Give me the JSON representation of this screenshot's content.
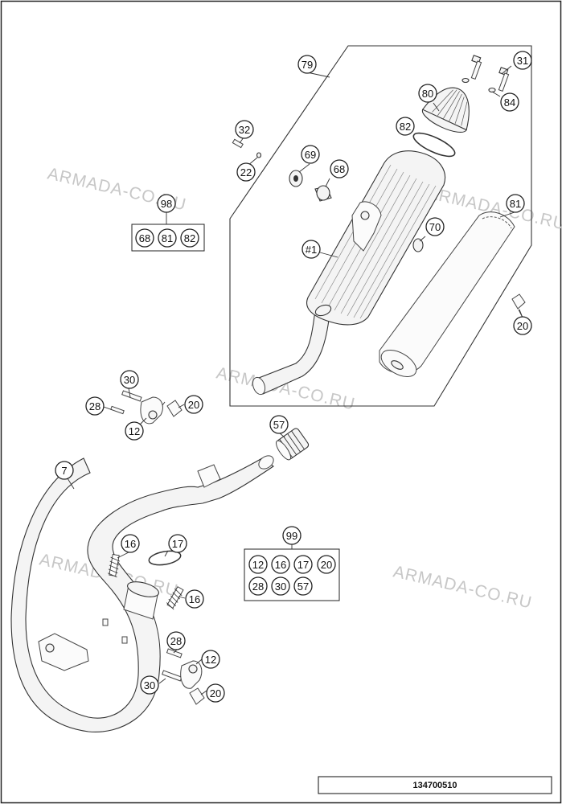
{
  "drawing_number": "134700510",
  "watermark_text": "ARMADA-CO.RU",
  "callouts": [
    {
      "id": "c79",
      "label": "79"
    },
    {
      "id": "c31",
      "label": "31"
    },
    {
      "id": "c80",
      "label": "80"
    },
    {
      "id": "c84",
      "label": "84"
    },
    {
      "id": "c82",
      "label": "82"
    },
    {
      "id": "c32",
      "label": "32"
    },
    {
      "id": "c22",
      "label": "22"
    },
    {
      "id": "c69",
      "label": "69"
    },
    {
      "id": "c68a",
      "label": "68"
    },
    {
      "id": "c98",
      "label": "98"
    },
    {
      "id": "c68b",
      "label": "68"
    },
    {
      "id": "c81a",
      "label": "81"
    },
    {
      "id": "c82b",
      "label": "82"
    },
    {
      "id": "c81b",
      "label": "81"
    },
    {
      "id": "c70",
      "label": "70"
    },
    {
      "id": "c1",
      "label": "#1"
    },
    {
      "id": "c20a",
      "label": "20"
    },
    {
      "id": "c30a",
      "label": "30"
    },
    {
      "id": "c28a",
      "label": "28"
    },
    {
      "id": "c20b",
      "label": "20"
    },
    {
      "id": "c12a",
      "label": "12"
    },
    {
      "id": "c57",
      "label": "57"
    },
    {
      "id": "c7",
      "label": "7"
    },
    {
      "id": "c99",
      "label": "99"
    },
    {
      "id": "c99_12",
      "label": "12"
    },
    {
      "id": "c99_16",
      "label": "16"
    },
    {
      "id": "c99_17",
      "label": "17"
    },
    {
      "id": "c99_20",
      "label": "20"
    },
    {
      "id": "c99_28",
      "label": "28"
    },
    {
      "id": "c99_30",
      "label": "30"
    },
    {
      "id": "c99_57",
      "label": "57"
    },
    {
      "id": "c16a",
      "label": "16"
    },
    {
      "id": "c17",
      "label": "17"
    },
    {
      "id": "c16b",
      "label": "16"
    },
    {
      "id": "c28b",
      "label": "28"
    },
    {
      "id": "c12b",
      "label": "12"
    },
    {
      "id": "c30b",
      "label": "30"
    },
    {
      "id": "c20c",
      "label": "20"
    }
  ]
}
